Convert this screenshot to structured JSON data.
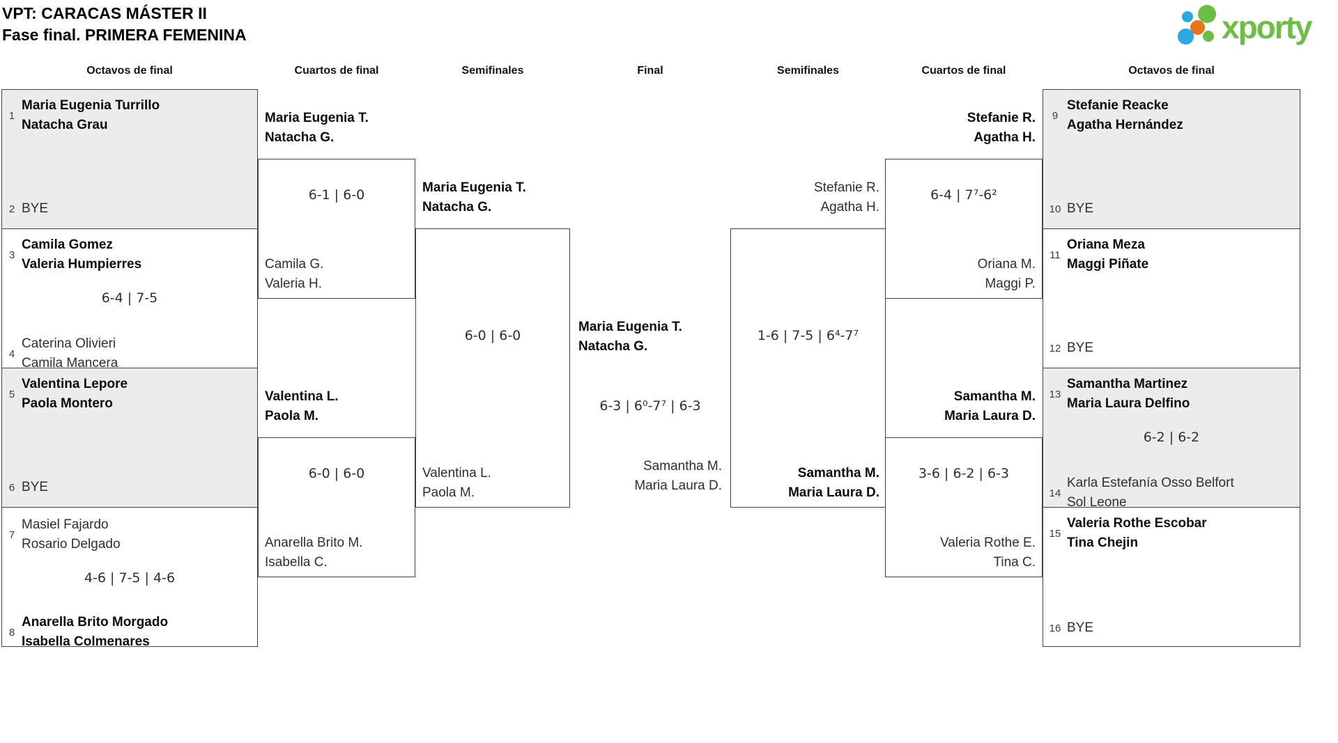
{
  "title": {
    "line1": "VPT: CARACAS MÁSTER II",
    "line2": "Fase final. PRIMERA FEMENINA"
  },
  "logo": {
    "text": "xporty",
    "green": "#6cbe45",
    "blue": "#2aa8df",
    "orange": "#e6741a"
  },
  "columns": [
    "Octavos de final",
    "Cuartos de final",
    "Semifinales",
    "Final",
    "Semifinales",
    "Cuartos de final",
    "Octavos de final"
  ],
  "bracket": {
    "o1": {
      "seed_top": "1",
      "top1": "Maria Eugenia Turrillo",
      "top2": "Natacha Grau",
      "seed_bot": "2",
      "bot1": "BYE",
      "score": ""
    },
    "o2": {
      "seed_top": "3",
      "top1": "Camila Gomez",
      "top2": "Valeria Humpierres",
      "seed_bot": "4",
      "bot1": "Caterina Olivieri",
      "bot2": "Camila Mancera",
      "score": "6-4 | 7-5"
    },
    "o3": {
      "seed_top": "5",
      "top1": "Valentina Lepore",
      "top2": "Paola Montero",
      "seed_bot": "6",
      "bot1": "BYE",
      "score": ""
    },
    "o4": {
      "seed_top": "7",
      "top1": "Masiel Fajardo",
      "top2": "Rosario Delgado",
      "seed_bot": "8",
      "bot1": "Anarella Brito Morgado",
      "bot2": "Isabella Colmenares",
      "score": "4-6 | 7-5 | 4-6"
    },
    "o5": {
      "seed_top": "9",
      "top1": "Stefanie Reacke",
      "top2": "Agatha Hernández",
      "seed_bot": "10",
      "bot1": "BYE",
      "score": ""
    },
    "o6": {
      "seed_top": "11",
      "top1": "Oriana Meza",
      "top2": "Maggi Piñate",
      "seed_bot": "12",
      "bot1": "BYE",
      "score": ""
    },
    "o7": {
      "seed_top": "13",
      "top1": "Samantha Martinez",
      "top2": "Maria Laura Delfino",
      "seed_bot": "14",
      "bot1": "Karla Estefanía Osso Belfort",
      "bot2": "Sol Leone",
      "score": "6-2 | 6-2"
    },
    "o8": {
      "seed_top": "15",
      "top1": "Valeria Rothe Escobar",
      "top2": "Tina Chejin",
      "seed_bot": "16",
      "bot1": "BYE",
      "score": ""
    },
    "qf1": {
      "top1": "Maria Eugenia T.",
      "top2": "Natacha G.",
      "bot1": "Camila G.",
      "bot2": "Valeria H.",
      "score": "6-1 | 6-0"
    },
    "qf2": {
      "top1": "Valentina L.",
      "top2": "Paola M.",
      "bot1": "Anarella Brito M.",
      "bot2": "Isabella C.",
      "score": "6-0 | 6-0"
    },
    "qf3": {
      "top1": "Stefanie R.",
      "top2": "Agatha H.",
      "bot1": "Oriana M.",
      "bot2": "Maggi P.",
      "score": "6-4 | 7⁷-6²"
    },
    "qf4": {
      "top1": "Samantha M.",
      "top2": "Maria Laura D.",
      "bot1": "Valeria Rothe E.",
      "bot2": "Tina C.",
      "score": "3-6 | 6-2 | 6-3"
    },
    "sf1": {
      "top1": "Maria Eugenia T.",
      "top2": "Natacha G.",
      "bot1": "Valentina L.",
      "bot2": "Paola M.",
      "score": "6-0 | 6-0"
    },
    "sf2": {
      "top1": "Stefanie R.",
      "top2": "Agatha H.",
      "bot1": "Samantha M.",
      "bot2": "Maria Laura D.",
      "score": "1-6 | 7-5 | 6⁴-7⁷"
    },
    "final": {
      "top1": "Maria Eugenia T.",
      "top2": "Natacha G.",
      "bot1": "Samantha M.",
      "bot2": "Maria Laura D.",
      "score": "6-3 | 6⁰-7⁷ | 6-3"
    }
  }
}
